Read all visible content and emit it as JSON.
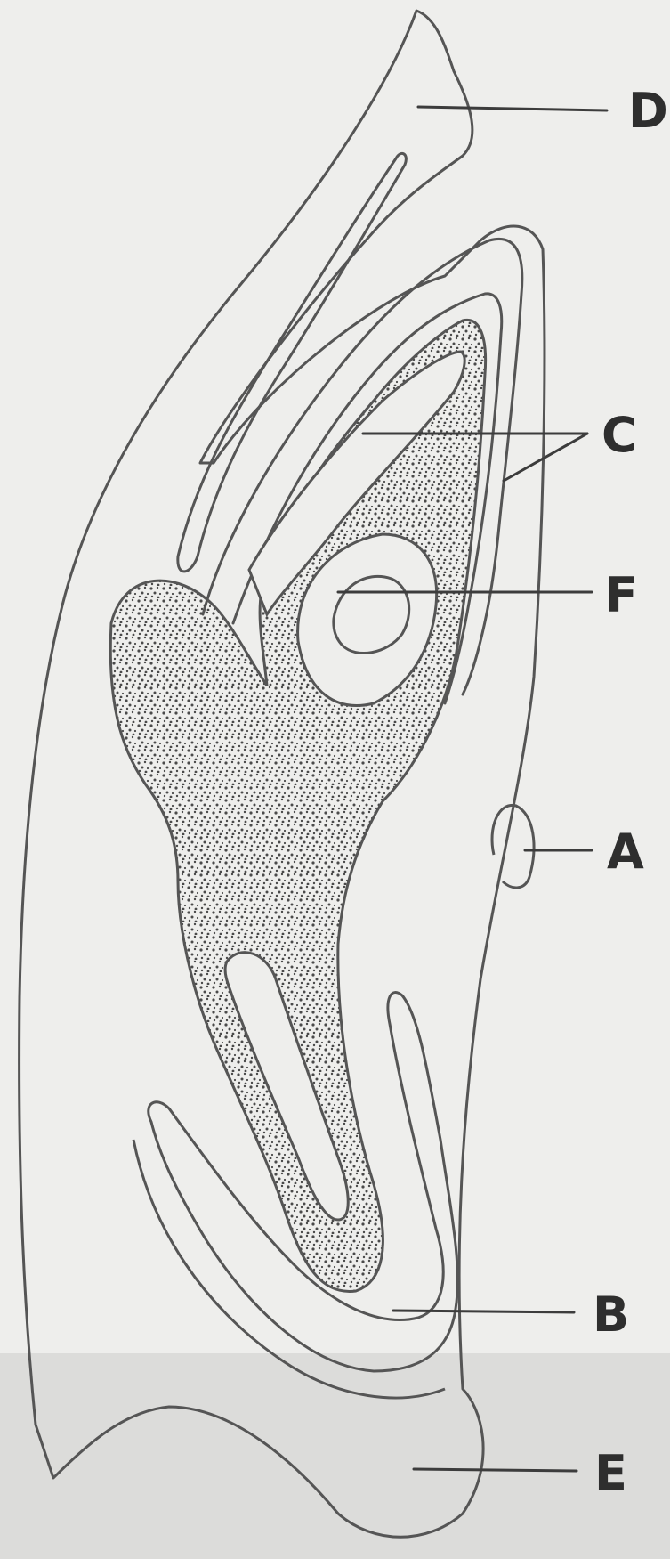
{
  "diagram": {
    "labels": {
      "D": "D",
      "C": "C",
      "F": "F",
      "A": "A",
      "B": "B",
      "E": "E"
    },
    "colors": {
      "background": "#eeeeec",
      "lower_band": "#dcdcda",
      "line": "#555555",
      "stipple": "#4a4a4a",
      "label": "#2e2e2e"
    }
  }
}
